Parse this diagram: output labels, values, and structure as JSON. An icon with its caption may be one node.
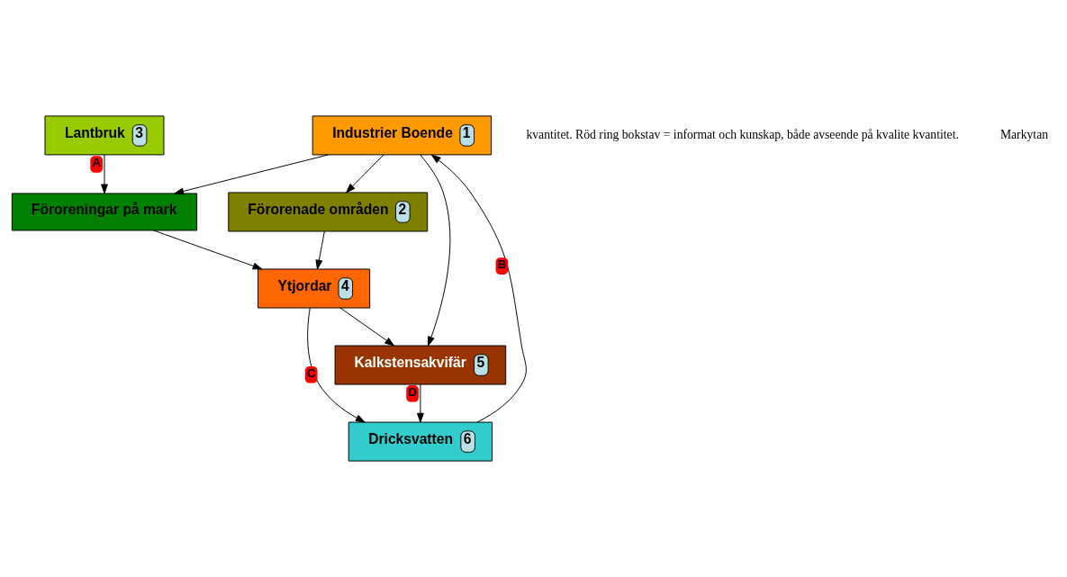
{
  "diagram": {
    "nodes": [
      {
        "text": [
          "Industrier Boende",
          "1"
        ]
      },
      {
        "text": [
          "Lantbruk",
          "3"
        ]
      },
      {
        "text": [
          "Dricksvatten",
          "6"
        ]
      },
      {
        "text": [
          "Föroreningar på mark"
        ]
      },
      {
        "text": [
          "Förorenade områden",
          "2"
        ]
      },
      {
        "text": [
          "Ytjordar",
          "4"
        ]
      },
      {
        "text": [
          "Kalkstensakvifär",
          "5"
        ]
      }
    ],
    "edges": [
      {
        "from": 0,
        "to": 3,
        "arrow": "to"
      },
      {
        "from": 0,
        "to": 4,
        "arrow": "to"
      },
      {
        "from": 0,
        "to": 6,
        "arrow": "to"
      },
      {
        "from": 1,
        "to": 3,
        "arrow": "to",
        "label": "A"
      },
      {
        "from": 2,
        "to": 0,
        "arrow": "to",
        "label": "B"
      },
      {
        "from": 3,
        "to": 5,
        "arrow": "to"
      },
      {
        "from": 4,
        "to": 5,
        "arrow": "to"
      },
      {
        "from": 5,
        "to": 6,
        "arrow": "to"
      },
      {
        "from": 5,
        "to": 2,
        "arrow": "to",
        "label": "C"
      },
      {
        "from": 6,
        "to": 2,
        "arrow": "to",
        "label": "D"
      }
    ],
    "labels": [
      "kvantitet. Röd ring bokstav = informat och kunskap, både avseende på kvalite kvantitet.",
      "Markytan"
    ]
  }
}
